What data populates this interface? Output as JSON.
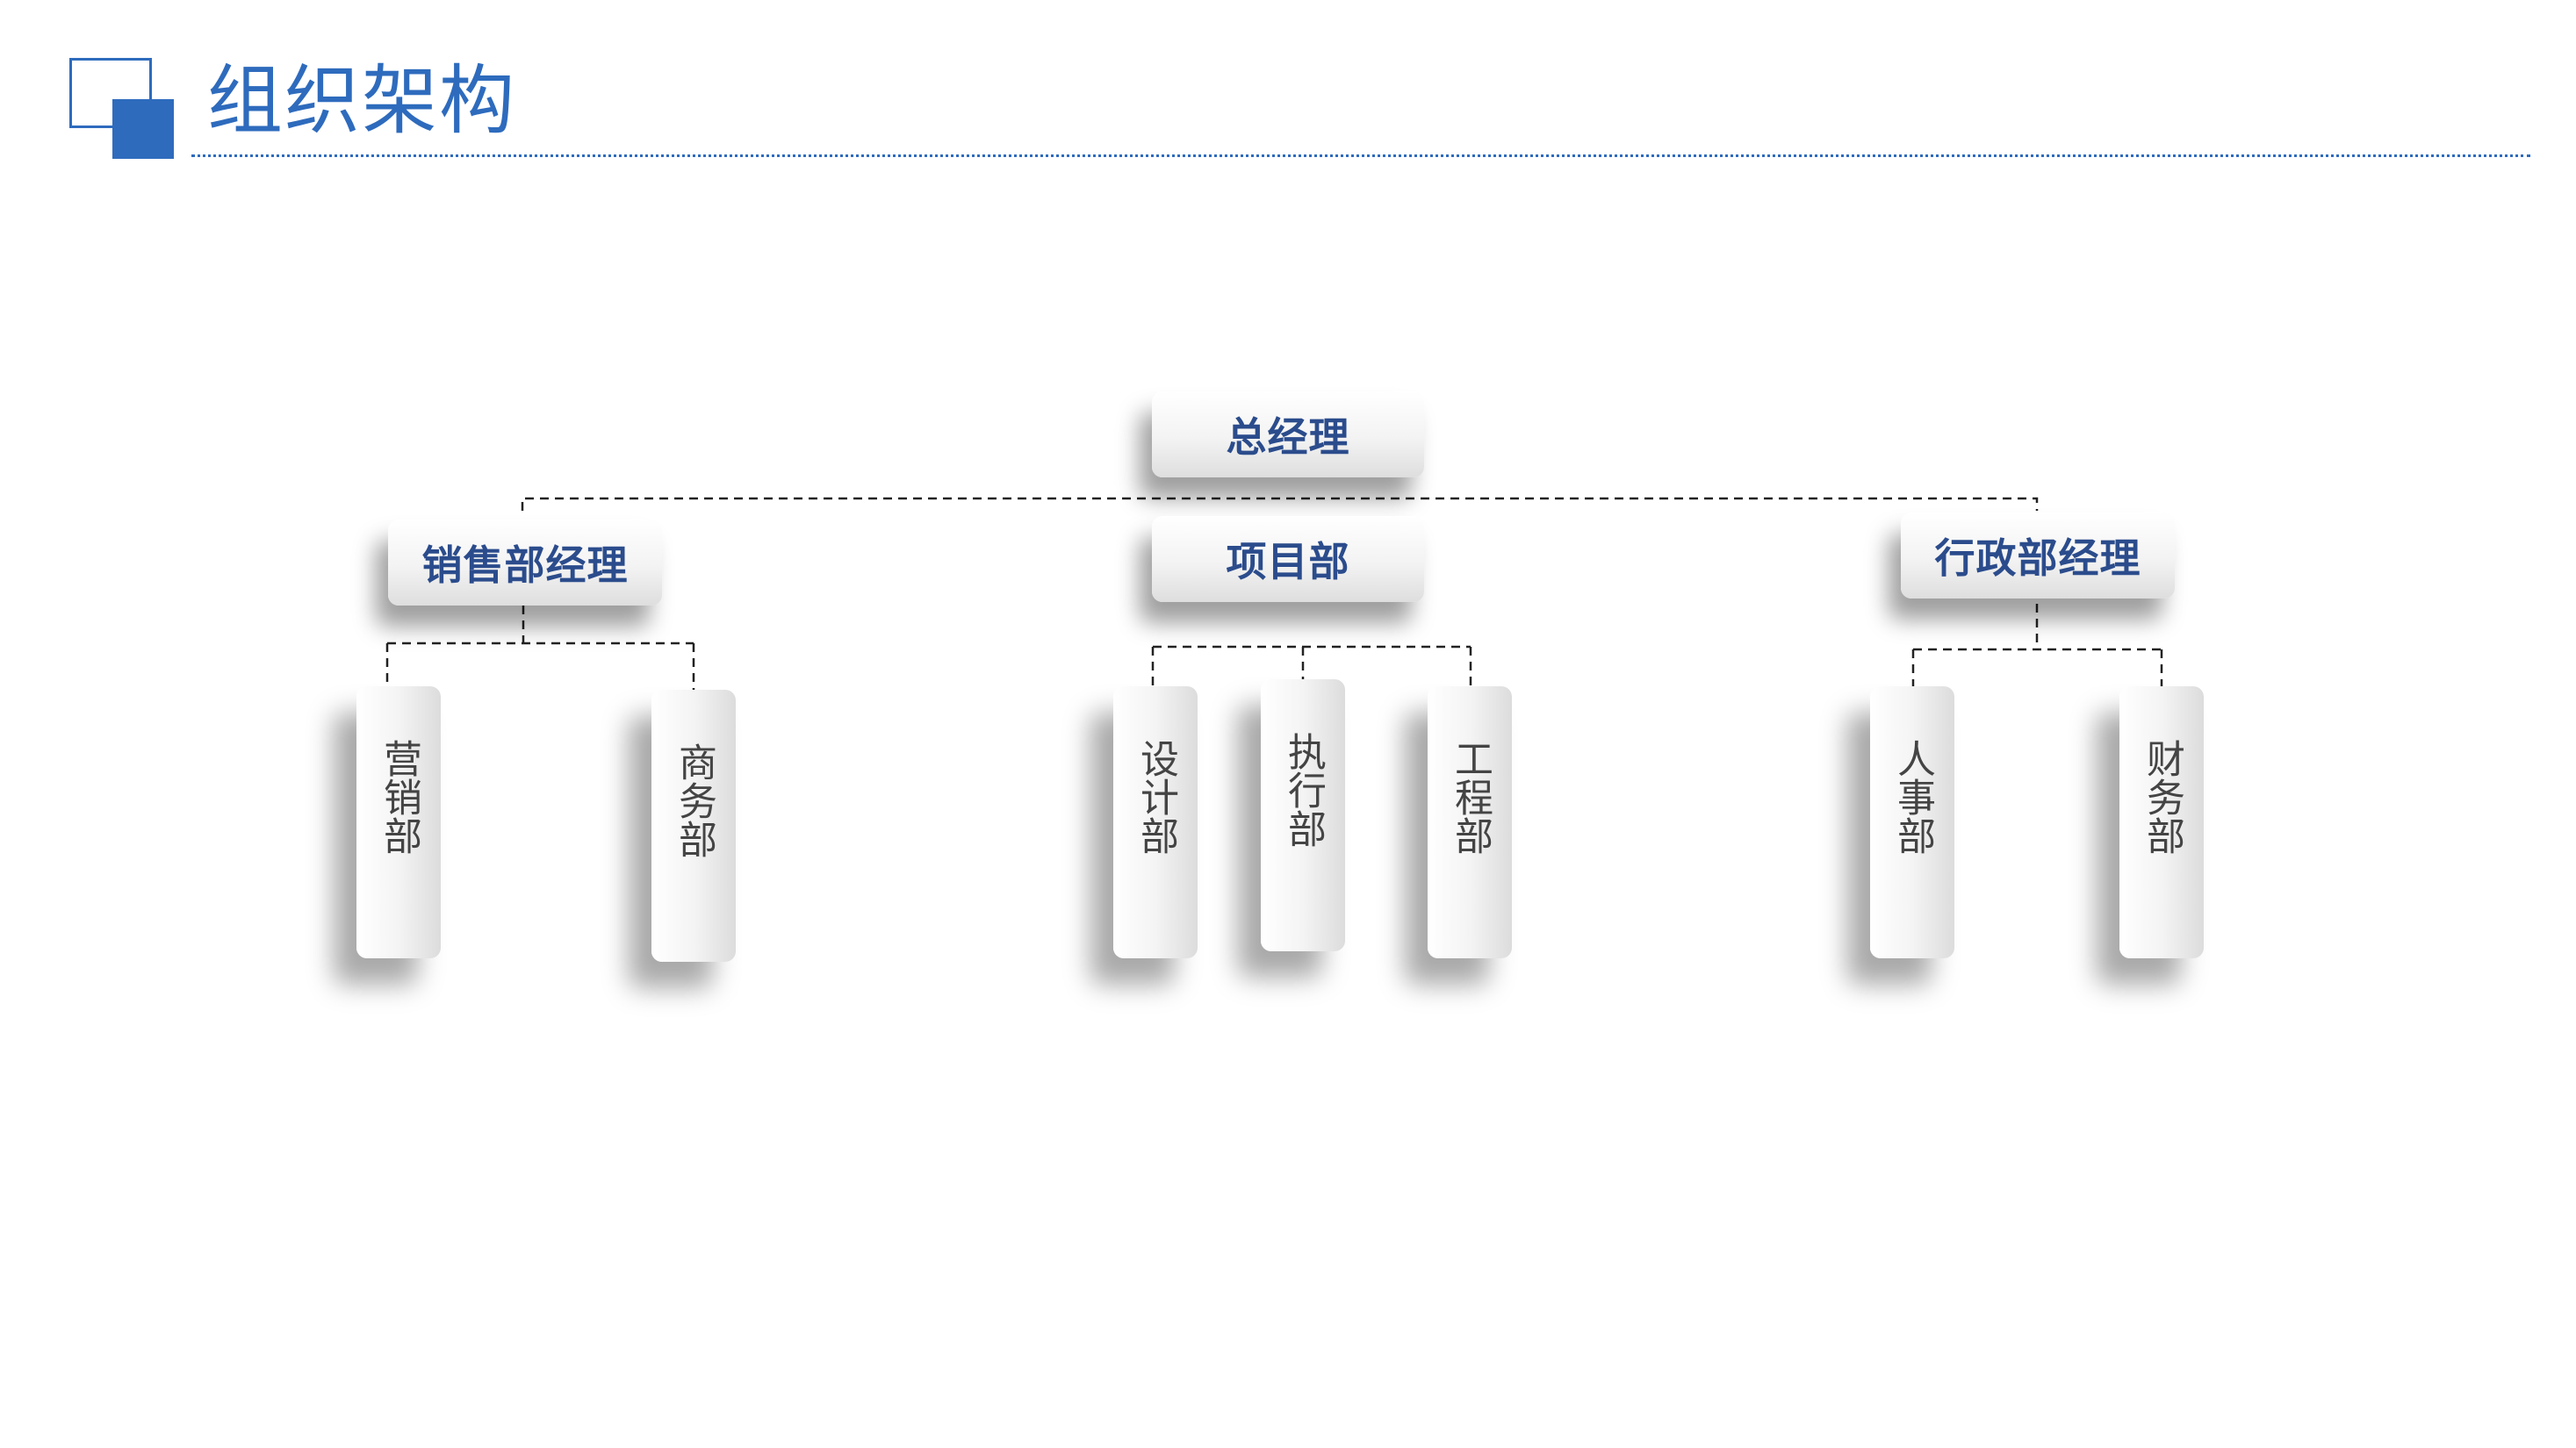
{
  "page": {
    "title": "组织架构"
  },
  "colors": {
    "accent": "#2e6bbd",
    "box_text": "#2b4c8c",
    "dept_text": "#444444",
    "connector": "#222222"
  },
  "org": {
    "root": "总经理",
    "branches": [
      {
        "label": "销售部经理",
        "children": [
          "营销部",
          "商务部"
        ]
      },
      {
        "label": "项目部",
        "children": [
          "设计部",
          "执行部",
          "工程部"
        ]
      },
      {
        "label": "行政部经理",
        "children": [
          "人事部",
          "财务部"
        ]
      }
    ]
  }
}
